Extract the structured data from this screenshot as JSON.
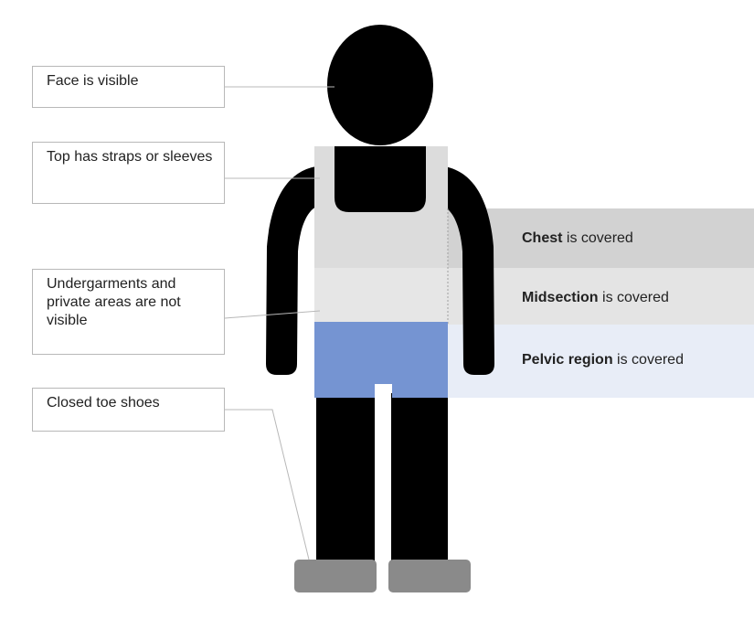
{
  "callouts": {
    "face": "Face is visible",
    "top": "Top has straps or sleeves",
    "undergarments": "Undergarments and private areas are not visible",
    "shoes": "Closed toe shoes"
  },
  "bands": {
    "chest": {
      "bold": "Chest",
      "rest": " is covered"
    },
    "midsection": {
      "bold": "Midsection",
      "rest": " is covered"
    },
    "pelvic": {
      "bold": "Pelvic region",
      "rest": " is covered"
    }
  },
  "colors": {
    "chest_band": "#d2d2d2",
    "midsection_band": "#e4e4e4",
    "pelvic_band": "#e8edf7",
    "shorts": "#7594d2",
    "shoes": "#8a8a8a",
    "shirt": "#dcdcdc",
    "body": "#000000"
  }
}
